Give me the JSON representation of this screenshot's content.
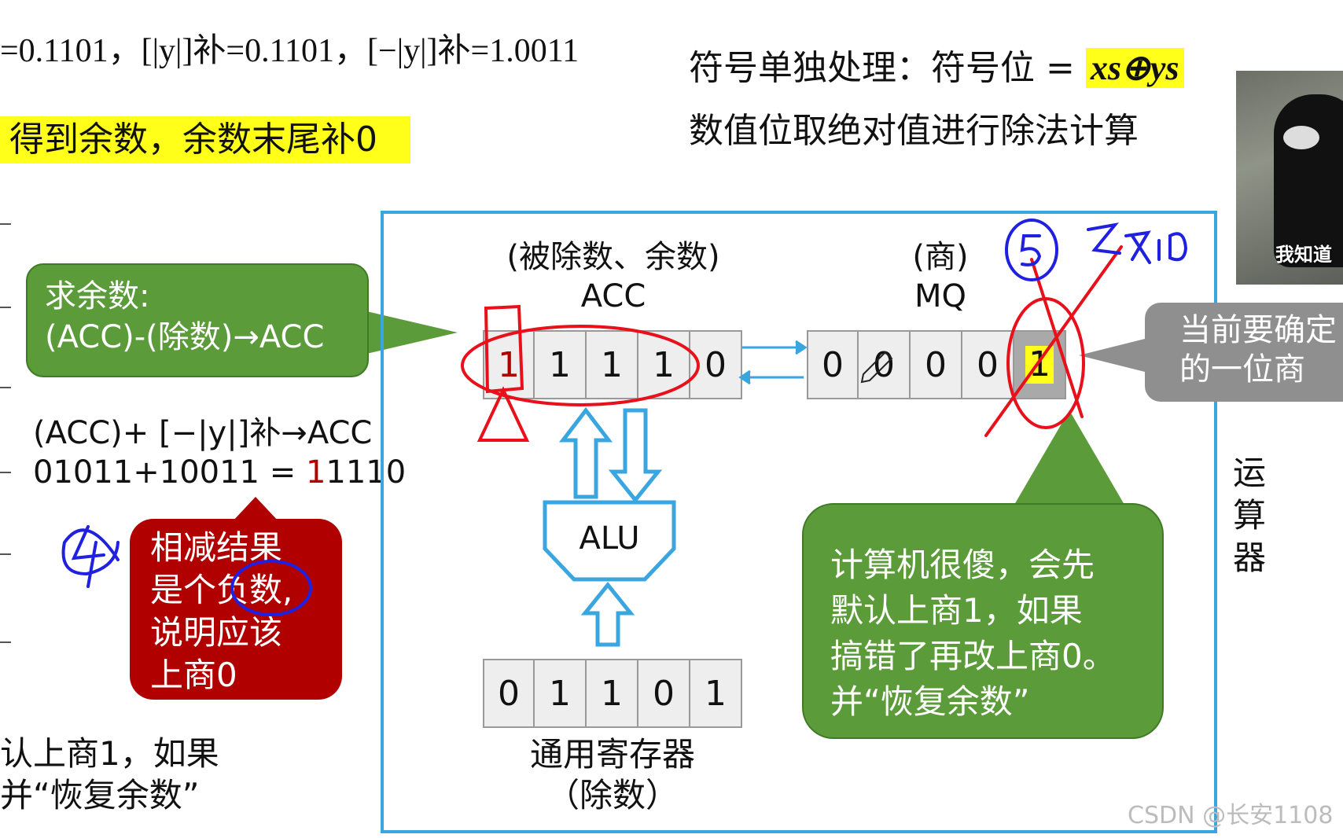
{
  "header": {
    "formula_text": "=0.1101，[|y|]补=0.1101，[−|y|]补=1.0011",
    "note_text": "得到余数，余数末尾补0",
    "sign_rule_prefix": "符号单独处理：符号位 =",
    "sign_rule_expr": "xs⊕ys",
    "abs_rule_text": "数值位取绝对值进行除法计算"
  },
  "photo": {
    "caption": "我知道"
  },
  "left_panel": {
    "callout_line1": "求余数:",
    "callout_line2": "(ACC)-(除数)→ACC",
    "acc_formula": "(ACC)+ [−|y|]补→ACC",
    "calc_prefix": "01011+10011 = ",
    "calc_highlight": "1",
    "calc_suffix": "1110",
    "step_annotation": "④",
    "negative_callout": [
      "相减结果",
      "是个负数,",
      "说明应该",
      "上商0"
    ],
    "bottom_line1": "认上商1，如果",
    "bottom_line2": "并“恢复余数”"
  },
  "diagram": {
    "acc_caption": "(被除数、余数)",
    "acc_name": "ACC",
    "acc_bits": [
      "1",
      "1",
      "1",
      "1",
      "0"
    ],
    "mq_caption": "(商)",
    "mq_name": "MQ",
    "mq_bits": [
      "0",
      "0",
      "0",
      "0",
      "1"
    ],
    "alu_label": "ALU",
    "divisor_bits": [
      "0",
      "1",
      "1",
      "0",
      "1"
    ],
    "divisor_caption_line1": "通用寄存器",
    "divisor_caption_line2": "（除数）",
    "step5_annotation": "⑤ 改为0",
    "quotient_callout": [
      "当前要确定",
      "的一位商"
    ],
    "explain_callout": [
      "计算机很傻，会先",
      "默认上商1，如果",
      "搞错了再改上商0。",
      "并“恢复余数”"
    ],
    "side_label": [
      "运",
      "算",
      "器"
    ]
  },
  "watermark": "CSDN @长安1108",
  "colors": {
    "frame_blue": "#3aa6e0",
    "callout_green": "#5b9b3a",
    "callout_red": "#b00000",
    "callout_grey": "#8f8f8f",
    "highlight_yellow": "#ffff1a",
    "annotation_red": "#e8101a",
    "annotation_blue": "#2020e0"
  }
}
